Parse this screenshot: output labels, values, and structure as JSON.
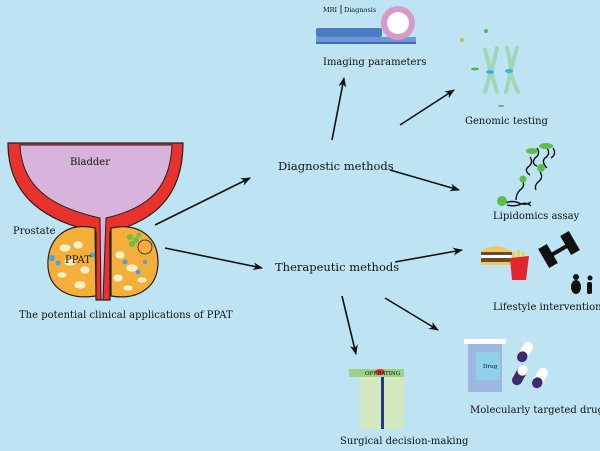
{
  "colors": {
    "background": "#bee4f4",
    "bladder": "#d8b4dc",
    "bladder_wall": "#e8322b",
    "prostate": "#f6ae3a",
    "arrow": "#111111"
  },
  "left": {
    "bladder_label": "Bladder",
    "prostate_label": "Prostate",
    "ppat_label": "PPAT",
    "caption": "The potential clinical applications of PPAT"
  },
  "methods": {
    "diagnostic": "Diagnostic methods",
    "therapeutic": "Therapeutic methods"
  },
  "diagnostic": {
    "imaging": {
      "mri_label": "MRI",
      "diagnosis_label": "Diagnosis",
      "caption": "Imaging parameters"
    },
    "genomic": {
      "caption": "Genomic testing"
    },
    "lipidomics": {
      "caption": "Lipidomics assay"
    }
  },
  "therapeutic": {
    "lifestyle": {
      "caption": "Lifestyle interventions"
    },
    "drugs": {
      "drug_label": "Drug",
      "caption": "Molecularly targeted drugs"
    },
    "surgery": {
      "sign_label": "OPERATING",
      "caption": "Surgical decision-making"
    }
  }
}
